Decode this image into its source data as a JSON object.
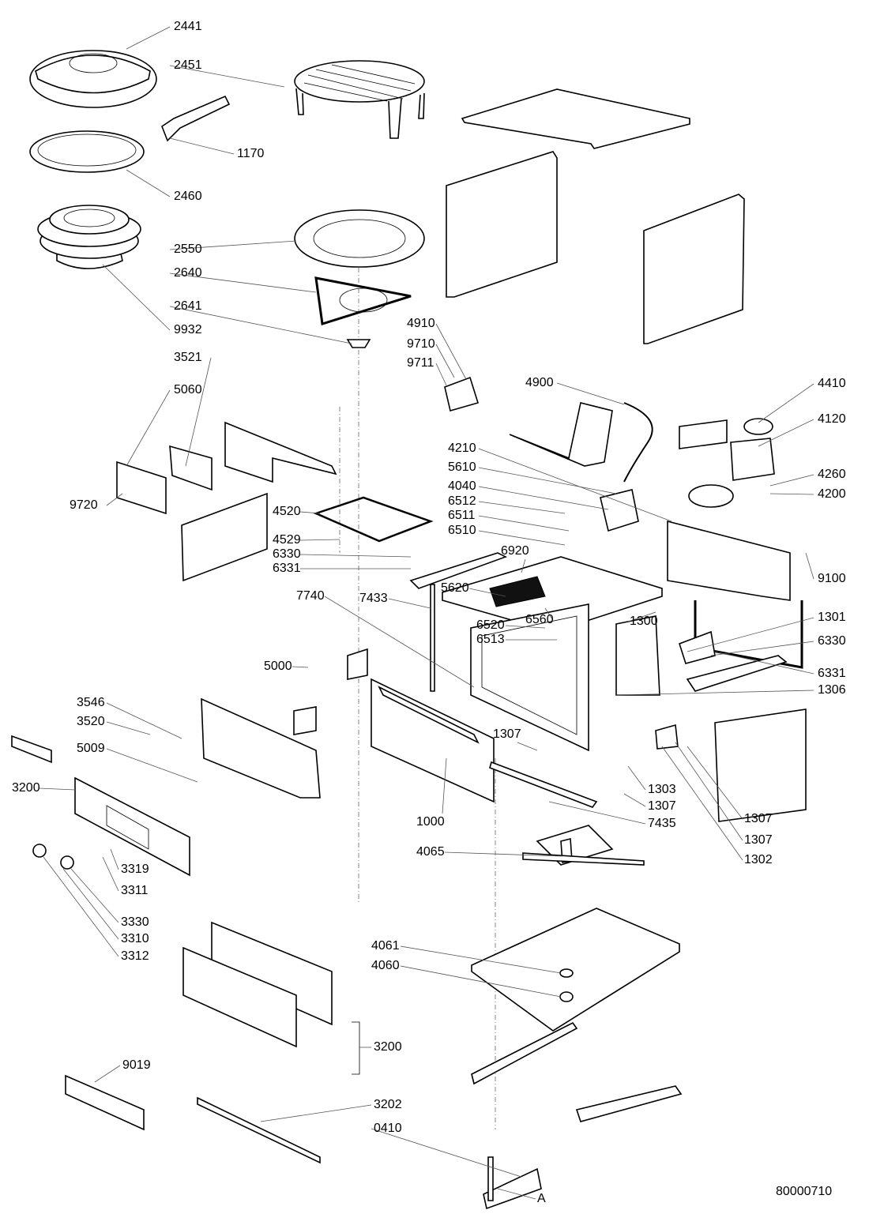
{
  "diagram": {
    "type": "exploded-parts-diagram",
    "subject": "built-in microwave oven",
    "drawing_number": "80000710",
    "reference_marker": "A",
    "labels": [
      {
        "id": "l2441",
        "text": "2441"
      },
      {
        "id": "l2451",
        "text": "2451"
      },
      {
        "id": "l1170",
        "text": "1170"
      },
      {
        "id": "l2460",
        "text": "2460"
      },
      {
        "id": "l2550",
        "text": "2550"
      },
      {
        "id": "l2640",
        "text": "2640"
      },
      {
        "id": "l9932",
        "text": "9932"
      },
      {
        "id": "l2641",
        "text": "2641"
      },
      {
        "id": "l4910",
        "text": "4910"
      },
      {
        "id": "l9710",
        "text": "9710"
      },
      {
        "id": "l9711",
        "text": "9711"
      },
      {
        "id": "l3521",
        "text": "3521"
      },
      {
        "id": "l5060",
        "text": "5060"
      },
      {
        "id": "l4900",
        "text": "4900"
      },
      {
        "id": "l4410",
        "text": "4410"
      },
      {
        "id": "l4120",
        "text": "4120"
      },
      {
        "id": "l4210",
        "text": "4210"
      },
      {
        "id": "l5610",
        "text": "5610"
      },
      {
        "id": "l4040",
        "text": "4040"
      },
      {
        "id": "l4260",
        "text": "4260"
      },
      {
        "id": "l4200",
        "text": "4200"
      },
      {
        "id": "l9720",
        "text": "9720"
      },
      {
        "id": "l4520",
        "text": "4520"
      },
      {
        "id": "l6512",
        "text": "6512"
      },
      {
        "id": "l6511",
        "text": "6511"
      },
      {
        "id": "l6510",
        "text": "6510"
      },
      {
        "id": "l4529",
        "text": "4529"
      },
      {
        "id": "l6330a",
        "text": "6330"
      },
      {
        "id": "l6331a",
        "text": "6331"
      },
      {
        "id": "l6920",
        "text": "6920"
      },
      {
        "id": "l9100",
        "text": "9100"
      },
      {
        "id": "l7740",
        "text": "7740"
      },
      {
        "id": "l7433",
        "text": "7433"
      },
      {
        "id": "l5620",
        "text": "5620"
      },
      {
        "id": "l6560",
        "text": "6560"
      },
      {
        "id": "l1300",
        "text": "1300"
      },
      {
        "id": "l6520",
        "text": "6520"
      },
      {
        "id": "l1301",
        "text": "1301"
      },
      {
        "id": "l6513",
        "text": "6513"
      },
      {
        "id": "l6330b",
        "text": "6330"
      },
      {
        "id": "l5000",
        "text": "5000"
      },
      {
        "id": "l6331b",
        "text": "6331"
      },
      {
        "id": "l1306",
        "text": "1306"
      },
      {
        "id": "l3546",
        "text": "3546"
      },
      {
        "id": "l3520",
        "text": "3520"
      },
      {
        "id": "l1307a",
        "text": "1307"
      },
      {
        "id": "l5009",
        "text": "5009"
      },
      {
        "id": "l1303",
        "text": "1303"
      },
      {
        "id": "l3200a",
        "text": "3200"
      },
      {
        "id": "l1307b",
        "text": "1307"
      },
      {
        "id": "l1307c",
        "text": "1307"
      },
      {
        "id": "l1000",
        "text": "1000"
      },
      {
        "id": "l7435",
        "text": "7435"
      },
      {
        "id": "l1307d",
        "text": "1307"
      },
      {
        "id": "l4065",
        "text": "4065"
      },
      {
        "id": "l1302",
        "text": "1302"
      },
      {
        "id": "l3319",
        "text": "3319"
      },
      {
        "id": "l3311",
        "text": "3311"
      },
      {
        "id": "l3330",
        "text": "3330"
      },
      {
        "id": "l3310",
        "text": "3310"
      },
      {
        "id": "l3312",
        "text": "3312"
      },
      {
        "id": "l4061",
        "text": "4061"
      },
      {
        "id": "l4060",
        "text": "4060"
      },
      {
        "id": "l3200b",
        "text": "3200"
      },
      {
        "id": "l9019",
        "text": "9019"
      },
      {
        "id": "l3202",
        "text": "3202"
      },
      {
        "id": "l0410",
        "text": "0410"
      }
    ]
  }
}
